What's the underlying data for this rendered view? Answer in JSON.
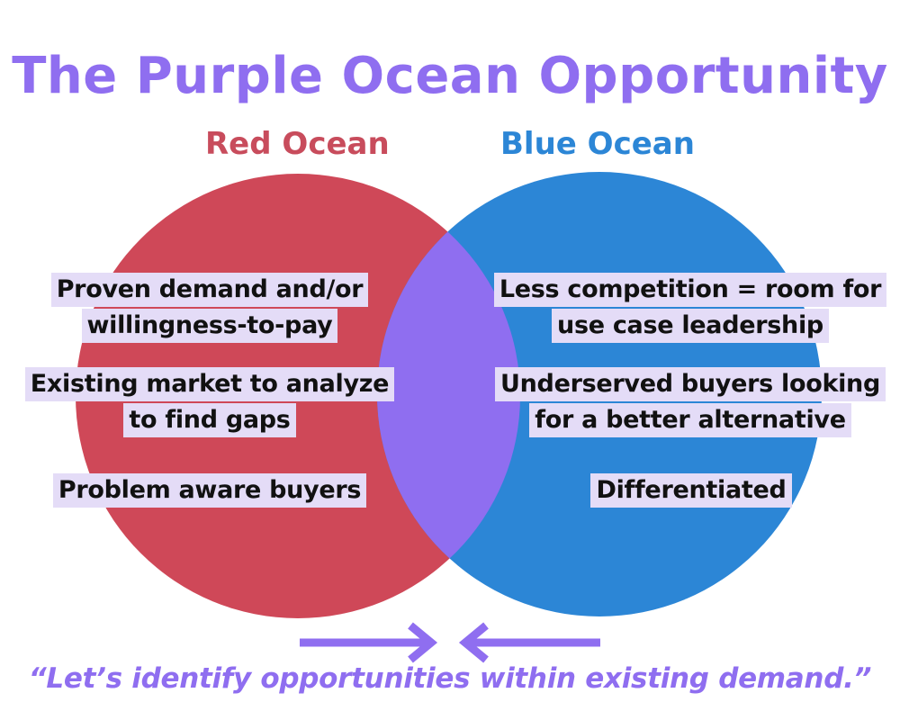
{
  "title": "The Purple Ocean Opportunity",
  "colors": {
    "title": "#8f6ef0",
    "red_ocean": "#cf4858",
    "blue_ocean": "#2c86d6",
    "overlap": "#8f6ef0",
    "text_highlight": "#e4dcf7",
    "arrows": "#8f6ef0"
  },
  "red_ocean": {
    "label": "Red Ocean",
    "points": [
      {
        "line1": "Proven demand and/or",
        "line2": "willingness-to-pay"
      },
      {
        "line1": "Existing market to analyze",
        "line2": "to find gaps"
      },
      {
        "line1": "Problem aware buyers",
        "line2": ""
      }
    ]
  },
  "blue_ocean": {
    "label": "Blue Ocean",
    "points": [
      {
        "line1": "Less competition = room for",
        "line2": "use case leadership"
      },
      {
        "line1": "Underserved buyers looking",
        "line2": "for a better alternative"
      },
      {
        "line1": "Differentiated",
        "line2": ""
      }
    ]
  },
  "arrows": {
    "left": "right-arrow-icon",
    "right": "left-arrow-icon"
  },
  "quote": "“Let’s identify opportunities within existing demand.”"
}
